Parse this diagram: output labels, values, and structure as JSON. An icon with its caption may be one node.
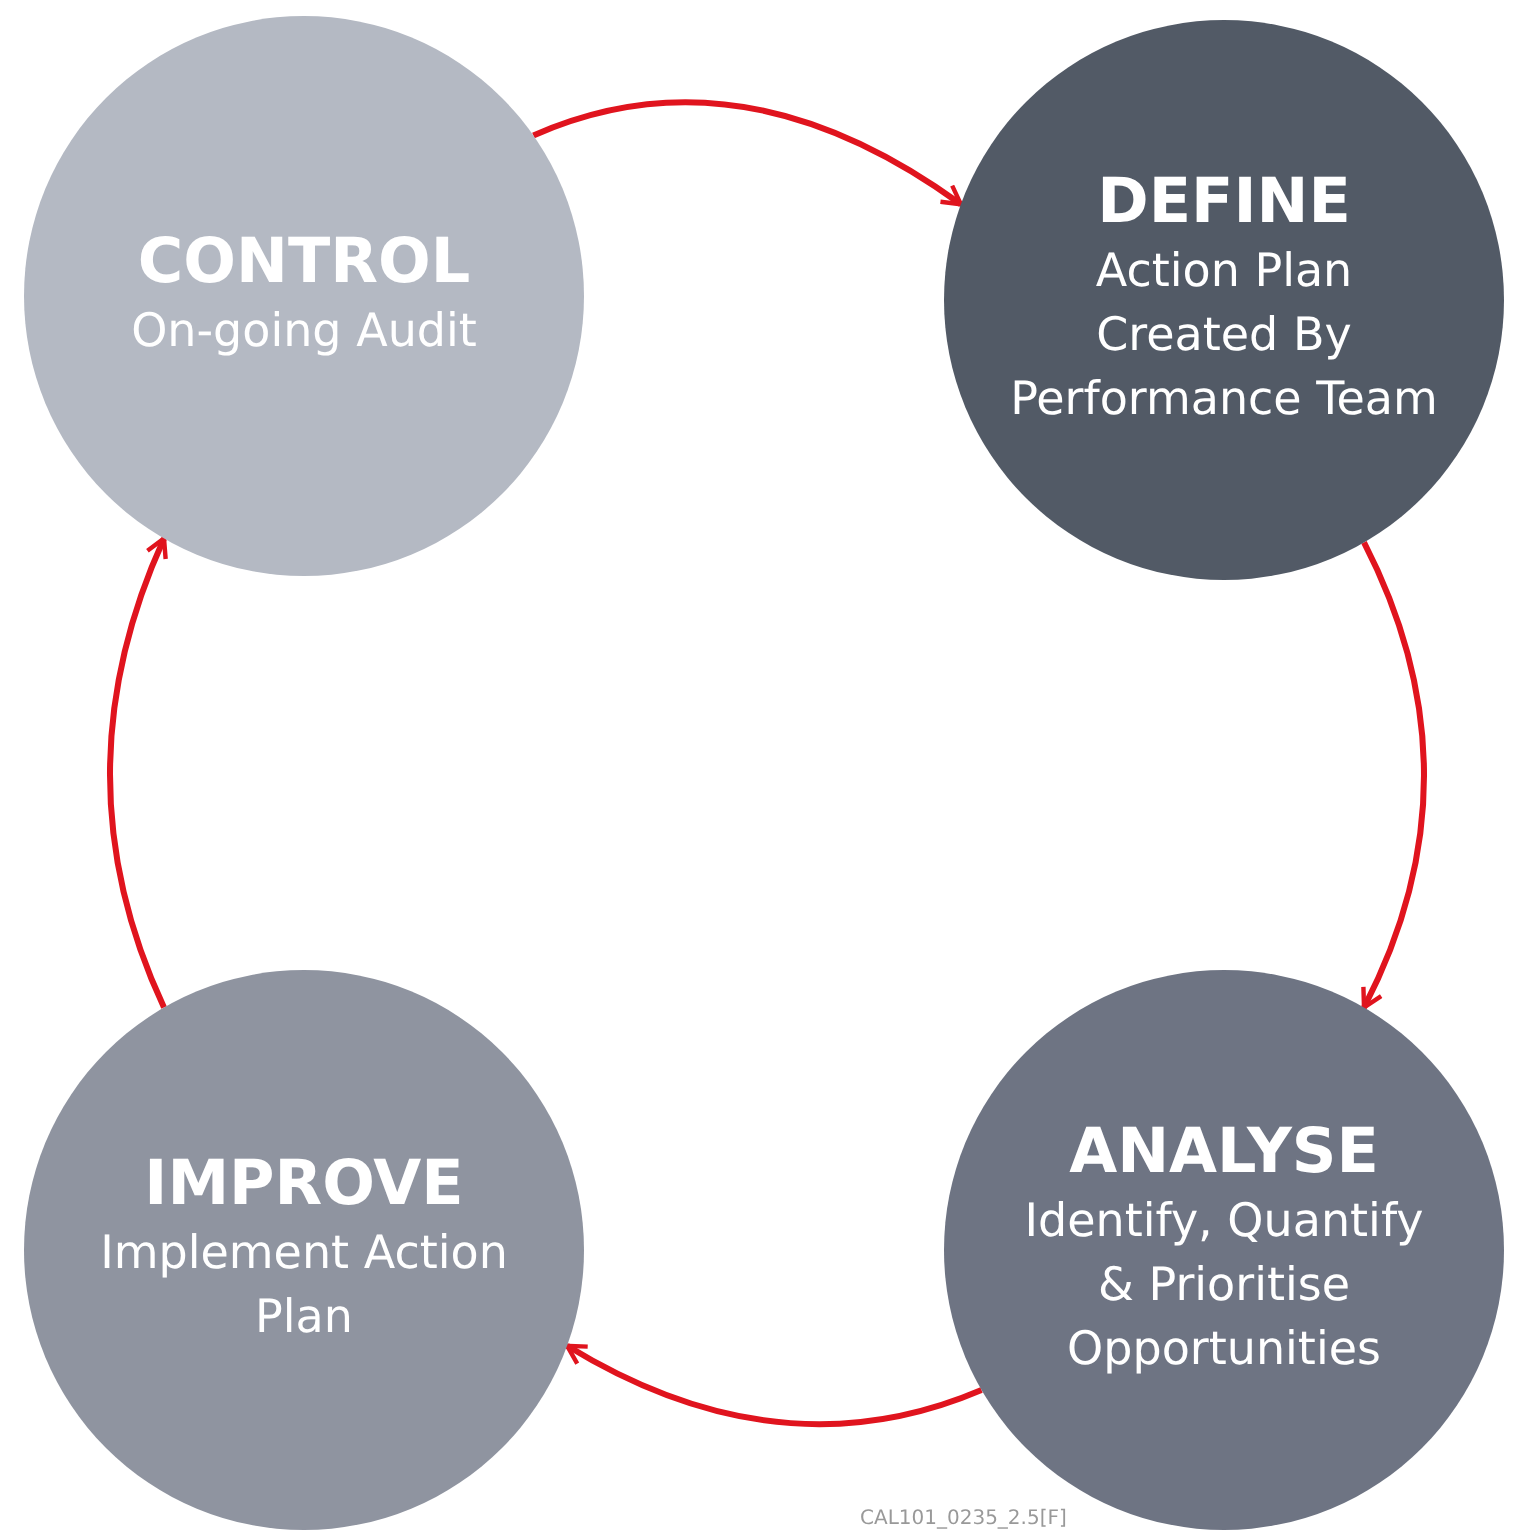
{
  "diagram": {
    "nodes": [
      {
        "text": [
          "CONTROL",
          "On-going Audit"
        ]
      },
      {
        "text": [
          "DEFINE",
          "Action Plan Created By Performance Team"
        ]
      },
      {
        "text": [
          "ANALYSE",
          "Identify, Quantify & Prioritise Opportunities"
        ]
      },
      {
        "text": [
          "IMPROVE",
          "Implement Action Plan"
        ]
      }
    ],
    "edges": [
      {
        "from": 0,
        "to": 1,
        "arrow": "to"
      },
      {
        "from": 1,
        "to": 2,
        "arrow": "to"
      },
      {
        "from": 2,
        "to": 3,
        "arrow": "to"
      },
      {
        "from": 3,
        "to": 0,
        "arrow": "to"
      }
    ],
    "labels": [
      "CAL101_0235_2.5[F]"
    ]
  }
}
